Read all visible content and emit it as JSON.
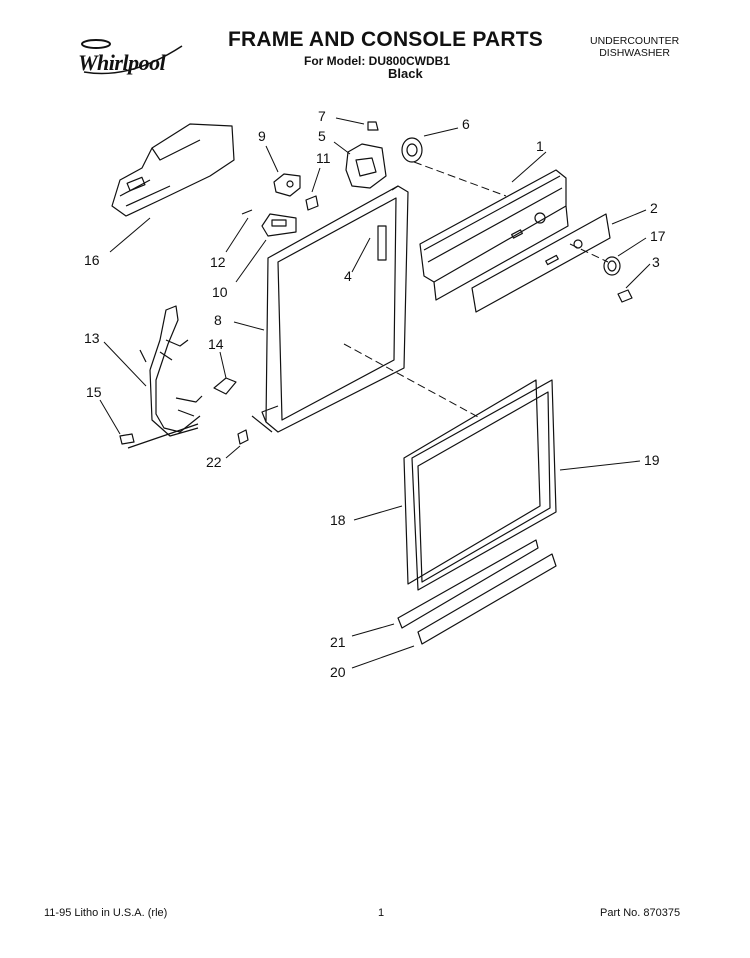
{
  "header": {
    "brand": "Whirlpool",
    "title": "FRAME AND CONSOLE PARTS",
    "model": "For Model: DU800CWDB1",
    "color": "Black",
    "category_line1": "UNDERCOUNTER",
    "category_line2": "DISHWASHER"
  },
  "callouts": [
    "1",
    "2",
    "3",
    "4",
    "5",
    "6",
    "7",
    "8",
    "9",
    "10",
    "11",
    "12",
    "13",
    "14",
    "15",
    "16",
    "17",
    "18",
    "19",
    "20",
    "21",
    "22"
  ],
  "footer": {
    "print_info": "11-95  Litho in U.S.A. (rle)",
    "page": "1",
    "part_no": "Part No. 870375"
  }
}
